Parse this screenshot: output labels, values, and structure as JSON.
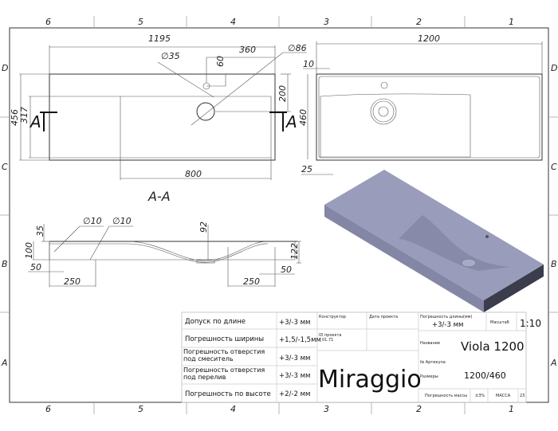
{
  "zones": {
    "columns": [
      "6",
      "5",
      "4",
      "3",
      "2",
      "1"
    ],
    "rows": [
      "D",
      "C",
      "B",
      "A"
    ]
  },
  "top_view": {
    "dims": {
      "length": "1195",
      "hole_offset": "360",
      "tap_hole": "∅35",
      "drain": "∅86",
      "tap_y": "60",
      "drain_y": "200",
      "width": "456",
      "basin_width": "317",
      "basin_length": "800"
    },
    "section_marker": "A"
  },
  "right_view": {
    "dims": {
      "length": "1200",
      "edge": "10",
      "width": "460",
      "bottom": "25"
    }
  },
  "section": {
    "title": "A-A",
    "dims": {
      "overflow_left": "∅10",
      "overflow_right": "∅10",
      "rim": "35",
      "height": "100",
      "depth": "92",
      "total_height": "122",
      "left_offset": "50",
      "left_250": "250",
      "right_250": "250",
      "right_offset": "50"
    }
  },
  "title_block": {
    "tolerances": [
      {
        "label": "Допуск по длине",
        "value": "+3/-3 мм"
      },
      {
        "label": "Погрешность ширины",
        "value": "+1,5/-1,5мм"
      },
      {
        "label": "Погрешность отверстия под смеситель",
        "value": "+3/-3 мм"
      },
      {
        "label": "Погрешность отверстия под перелив",
        "value": "+3/-3 мм"
      },
      {
        "label": "Погрешность по высоте",
        "value": "+2/-2 мм"
      }
    ],
    "designer_label": "Конструктор",
    "date_label": "Дата проекта",
    "project_id_label": "ID проекта",
    "project_id": "01.71",
    "brand": "Miraggio",
    "length_tol_label": "Погрешность длины(мм)",
    "length_tol": "+3/-3 мм",
    "scale_label": "Масштаб",
    "scale": "1:10",
    "name_label": "Название",
    "name": "Viola 1200",
    "article_label": "№ Артикула",
    "size_label": "Размеры",
    "size": "1200/460",
    "mass_tol_label": "Погрешность массы",
    "mass_tol": "±3%",
    "mass_label": "МАССА",
    "mass": "23"
  },
  "colors": {
    "render_top": "#9a9cbc",
    "render_side": "#7c7e9c",
    "render_end": "#3b3c4c"
  }
}
